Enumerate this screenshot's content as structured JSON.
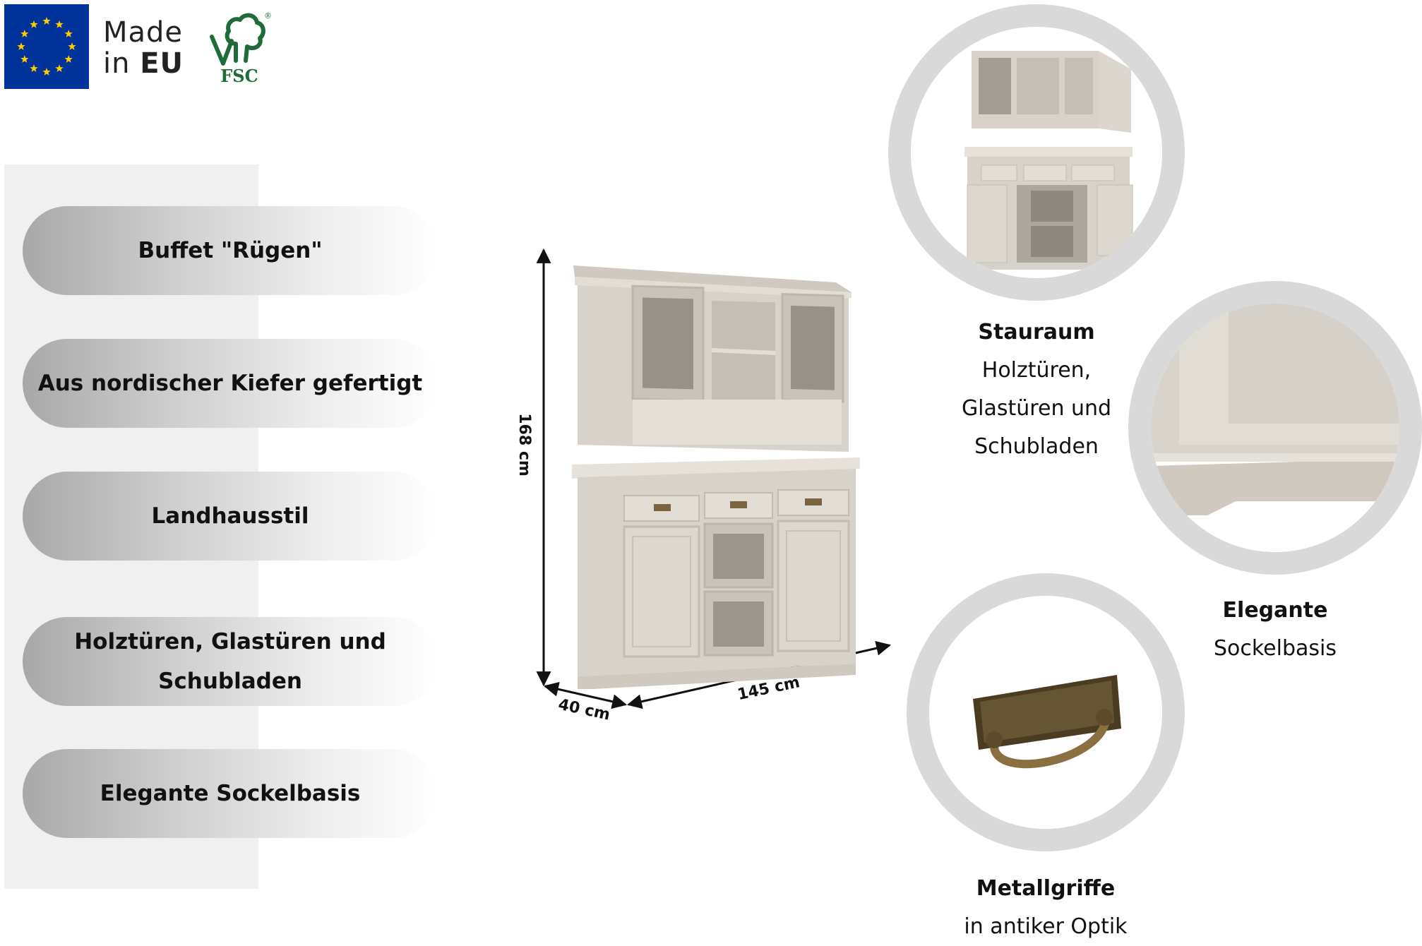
{
  "header": {
    "made_line1": "Made",
    "made_line2_prefix": "in",
    "made_line2_bold": "EU",
    "fsc_text": "FSC",
    "fsc_registered": "®"
  },
  "features_list": [
    {
      "label_lines": [
        "Buffet \"Rügen\""
      ]
    },
    {
      "label_lines": [
        "Aus nordischer Kiefer gefertigt"
      ]
    },
    {
      "label_lines": [
        "Landhausstil"
      ]
    },
    {
      "label_lines": [
        "Holztüren, Glastüren und",
        "Schubladen"
      ]
    },
    {
      "label_lines": [
        "Elegante Sockelbasis"
      ]
    }
  ],
  "dimensions": {
    "height": "168 cm",
    "depth": "40 cm",
    "width": "145 cm"
  },
  "details": {
    "storage": {
      "title": "Stauraum",
      "lines": [
        "Holztüren,",
        "Glastüren und",
        "Schubladen"
      ]
    },
    "base": {
      "title": "Elegante",
      "lines": [
        "Sockelbasis"
      ]
    },
    "handles": {
      "title": "Metallgriffe",
      "lines": [
        "in antiker Optik"
      ]
    }
  },
  "colors": {
    "eu_blue": "#003399",
    "eu_star": "#FFCC00",
    "fsc_green": "#1f6b3a",
    "furniture": "#d6d1c8",
    "circle_ring": "#d9d9d9"
  }
}
